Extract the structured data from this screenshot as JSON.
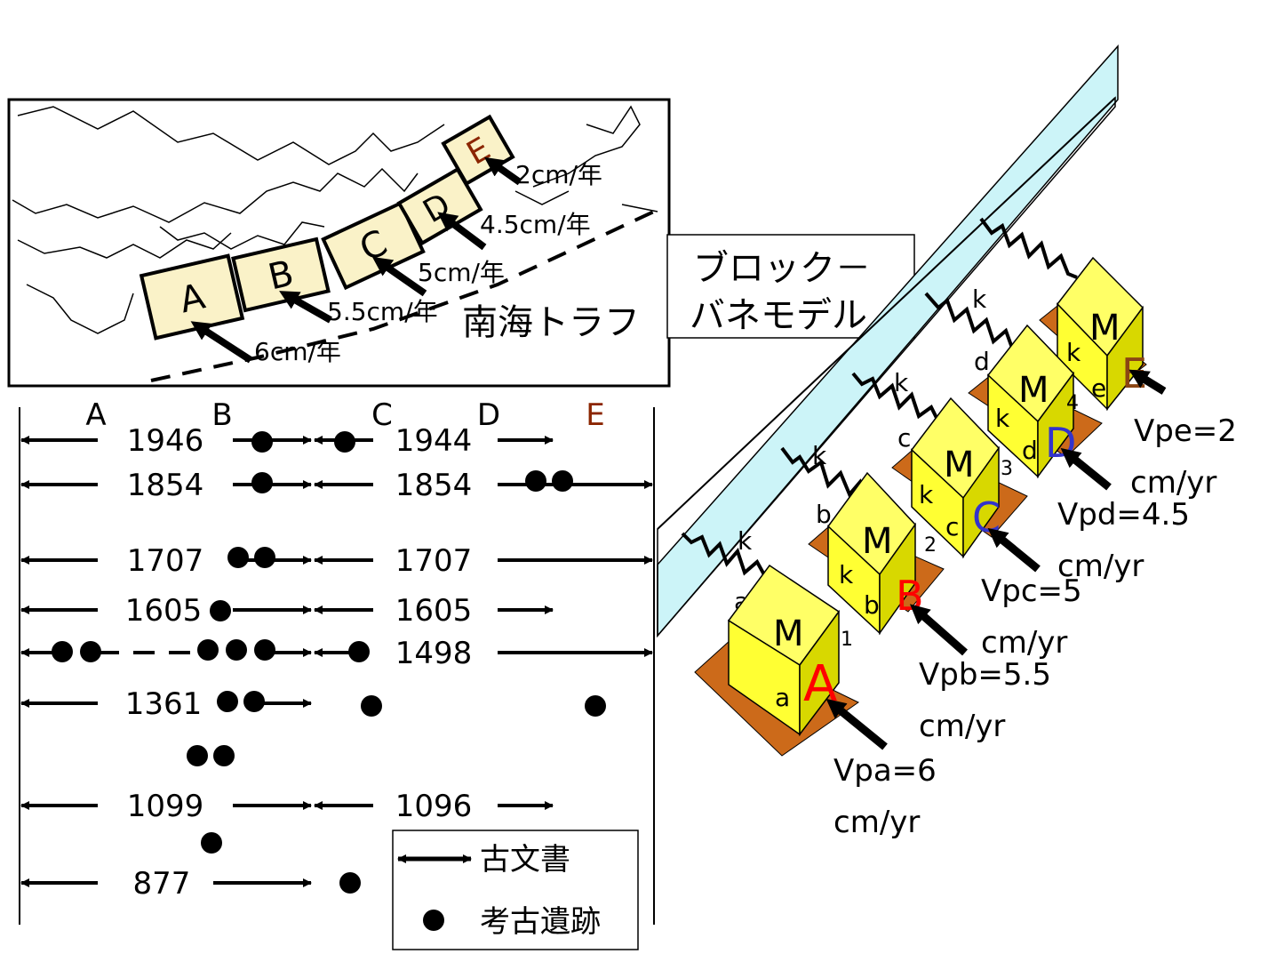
{
  "map_panel": {
    "segments": [
      "A",
      "B",
      "C",
      "D",
      "E"
    ],
    "rates": [
      "6cm/年",
      "5.5cm/年",
      "5cm/年",
      "4.5cm/年",
      "2cm/年"
    ],
    "trough_label": "南海トラフ"
  },
  "model_label": [
    "ブロック－",
    "バネモデル"
  ],
  "timeline": {
    "columns": [
      "A",
      "B",
      "C",
      "D",
      "E"
    ],
    "years": {
      "r1946": "1946",
      "r1944": "1944",
      "r1854a": "1854",
      "r1854b": "1854",
      "r1707a": "1707",
      "r1707b": "1707",
      "r1605a": "1605",
      "r1605b": "1605",
      "r1498": "1498",
      "r1361": "1361",
      "r1099": "1099",
      "r1096": "1096",
      "r877": "877"
    },
    "legend": {
      "documents": "古文書",
      "archaeology": "考古遺跡"
    }
  },
  "model": {
    "mass": "M",
    "spring": "k",
    "blocks": [
      {
        "seg": "A",
        "dash": "a",
        "num": "1",
        "v": "Vpa=6",
        "unit": "cm/yr"
      },
      {
        "seg": "B",
        "dash": "b",
        "num": "2",
        "v": "Vpb=5.5",
        "unit": "cm/yr"
      },
      {
        "seg": "C",
        "dash": "c",
        "num": "3",
        "v": "Vpc=5",
        "unit": "cm/yr"
      },
      {
        "seg": "D",
        "dash": "d",
        "num": "4",
        "v": "Vpd=4.5",
        "unit": "cm/yr"
      },
      {
        "seg": "E",
        "dash": "e",
        "num": "",
        "v": "Vpe=2",
        "unit": "cm/yr"
      }
    ],
    "spring_labels": [
      "a",
      "b",
      "c",
      "d"
    ]
  },
  "colors": {
    "segment_fill": "#faf2c8",
    "seg_A": "#ff0000",
    "seg_B": "#ff0000",
    "seg_C": "#3333cc",
    "seg_D": "#3333cc",
    "seg_E": "#8b2500",
    "seg_E_model": "#8b4513",
    "plate": "#cc6a1a",
    "cube_front": "#ffff33",
    "cube_top": "#ffff66",
    "cube_side": "#d8d800",
    "wall": "#ccf4f8"
  }
}
